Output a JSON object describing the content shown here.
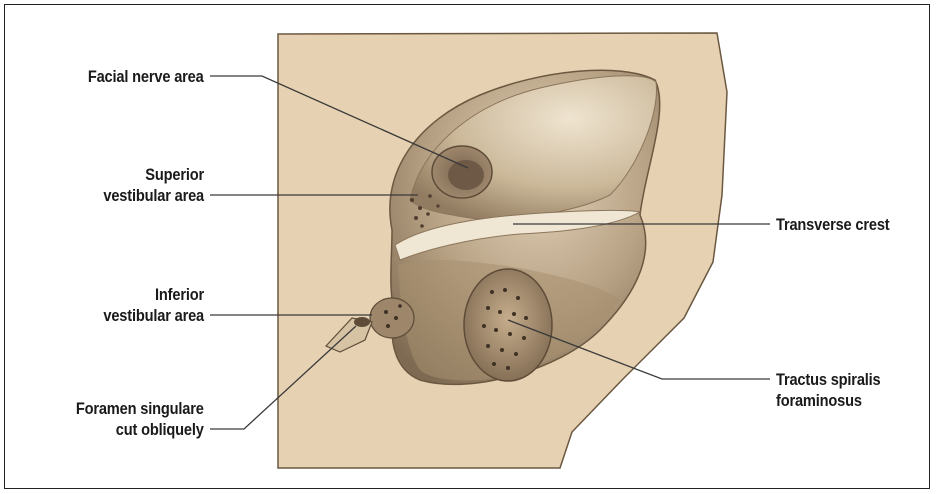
{
  "labels": {
    "facial": "Facial nerve area",
    "superior_1": "Superior",
    "superior_2": "vestibular area",
    "inferior_1": "Inferior",
    "inferior_2": "vestibular area",
    "foramen_1": "Foramen singulare",
    "foramen_2": "cut obliquely",
    "transverse": "Transverse crest",
    "tractus_1": "Tractus spiralis",
    "tractus_2": "foraminosus"
  },
  "colors": {
    "background_bone": "#e6d2b2",
    "bone_edge": "#6b5840",
    "canal_dark": "#7c6650",
    "canal_light": "#c9b596",
    "leader_line": "#3a3a3a"
  }
}
